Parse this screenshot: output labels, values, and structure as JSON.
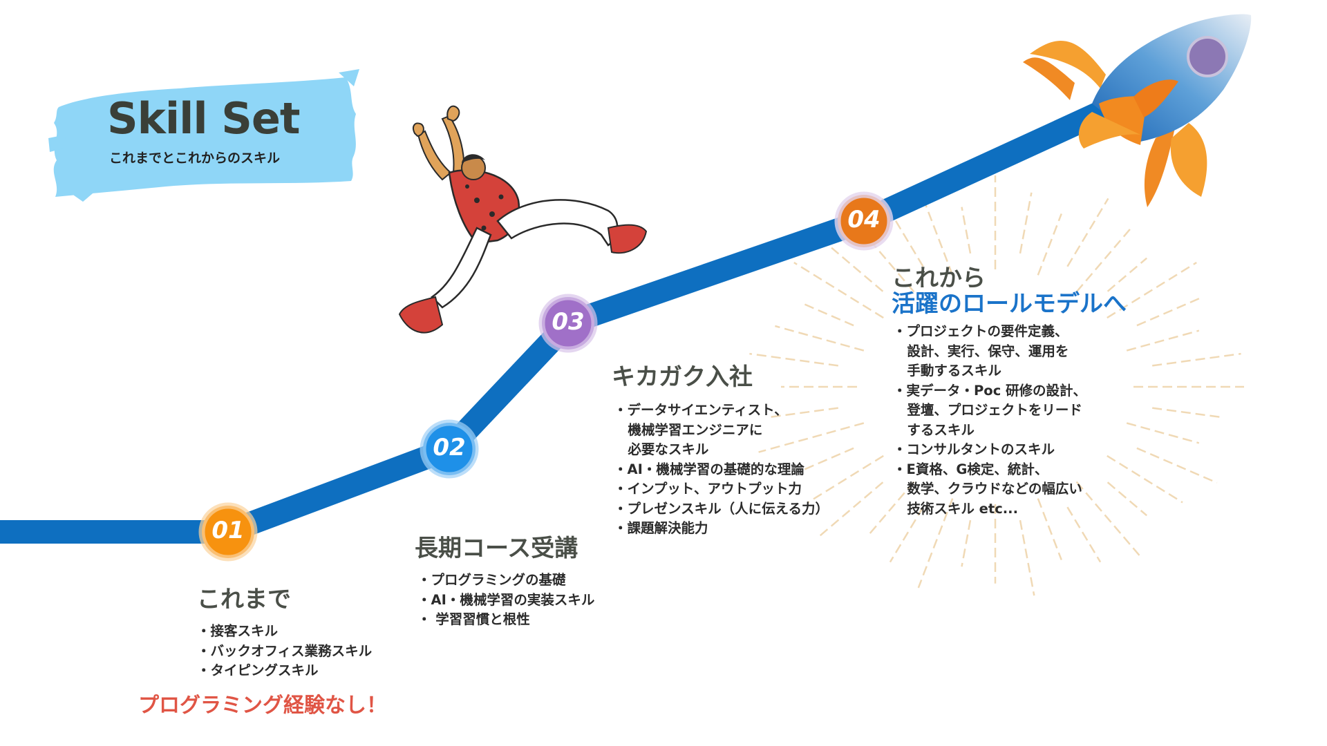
{
  "header": {
    "title": "Skill Set",
    "subtitle": "これまでとこれからのスキル"
  },
  "steps": [
    {
      "number": "01",
      "title": "これまで",
      "items": [
        "・接客スキル",
        "・バックオフィス業務スキル",
        "・タイピングスキル"
      ],
      "note": "プログラミング経験なし！",
      "color": "#f7920f"
    },
    {
      "number": "02",
      "title": "長期コース受講",
      "items": [
        "・プログラミングの基礎",
        "・AI・機械学習の実装スキル",
        "・ 学習習慣と根性"
      ],
      "color": "#1e90e8"
    },
    {
      "number": "03",
      "title": "キカガク入社",
      "items": [
        "・データサイエンティスト、",
        "   機械学習エンジニアに",
        "   必要なスキル",
        "・AI・機械学習の基礎的な理論",
        "・インプット、アウトプット力",
        "・プレゼンスキル（人に伝える力）",
        "・課題解決能力"
      ],
      "color": "#a070c8"
    },
    {
      "number": "04",
      "title_line1": "これから",
      "title_line2": "活躍のロールモデルへ",
      "items": [
        "・プロジェクトの要件定義、",
        "   設計、実行、保守、運用を",
        "   手動するスキル",
        "・実データ・Poc 研修の設計、",
        "   登壇、プロジェクトをリード",
        "   するスキル",
        "・コンサルタントのスキル",
        "・E資格、G検定、統計、",
        "   数学、クラウドなどの幅広い",
        "   技術スキル etc..."
      ],
      "color": "#e8781a"
    }
  ],
  "colors": {
    "path": "#0e6fc0",
    "brush": "#8fd6f7",
    "accent_red": "#e05545",
    "accent_blue": "#1a73c9"
  },
  "icons": [
    "rocket-icon",
    "jumping-person-illustration",
    "sunburst-decoration"
  ]
}
